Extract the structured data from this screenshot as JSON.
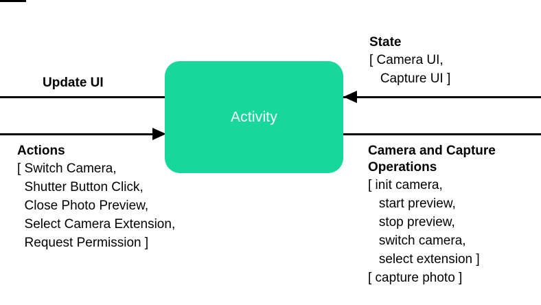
{
  "diagram": {
    "type": "dataflow",
    "background": "#ffffff",
    "node": {
      "label": "Activity",
      "fill": "#17d79a",
      "text_color": "#ffffff"
    },
    "edges": {
      "update_ui": {
        "label": "Update UI",
        "direction": "out-left"
      },
      "actions": {
        "heading": "Actions",
        "direction": "in-right",
        "items": [
          "[ Switch Camera,",
          "  Shutter Button Click,",
          "  Close Photo Preview,",
          "  Select Camera Extension,",
          "  Request Permission ]"
        ]
      },
      "state": {
        "heading": "State",
        "direction": "in-left",
        "items": [
          "[ Camera UI,",
          "   Capture UI ]"
        ]
      },
      "camera_operations": {
        "heading_line1": "Camera and Capture",
        "heading_line2": "Operations",
        "direction": "out-right",
        "items": [
          "[ init camera,",
          "   start preview,",
          "   stop preview,",
          "   switch camera,",
          "   select extension ]",
          "[ capture photo ]"
        ]
      }
    }
  }
}
